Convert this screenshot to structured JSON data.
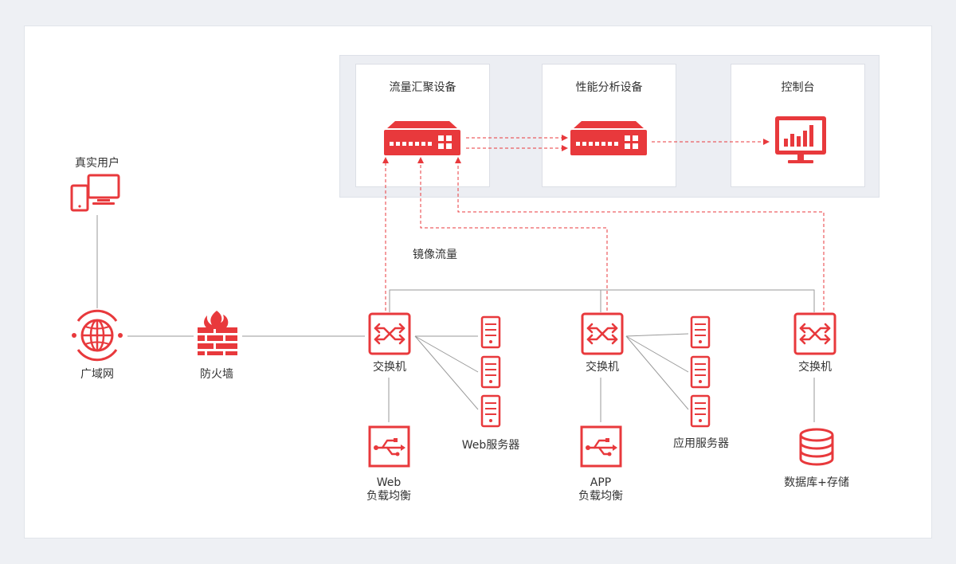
{
  "accent": "#e8393c",
  "line_color": "#9a9a9a",
  "boxes": {
    "aggregator": "流量汇聚设备",
    "analyzer": "性能分析设备",
    "console": "控制台"
  },
  "nodes": {
    "user": "真实用户",
    "wan": "广域网",
    "firewall": "防火墙",
    "switch1": "交换机",
    "switch2": "交换机",
    "switch3": "交换机",
    "web_servers": "Web服务器",
    "app_servers": "应用服务器",
    "web_lb_line1": "Web",
    "web_lb_line2": "负载均衡",
    "app_lb_line1": "APP",
    "app_lb_line2": "负载均衡",
    "db": "数据库+存储"
  },
  "mirror_label": "镜像流量"
}
